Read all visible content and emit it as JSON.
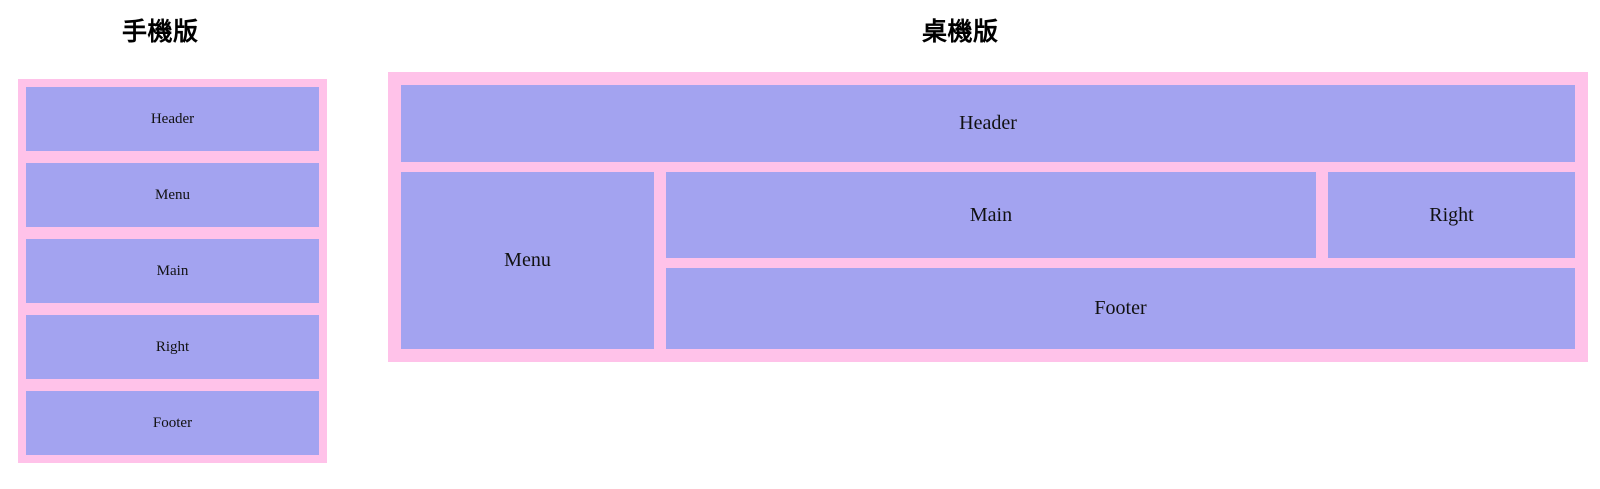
{
  "colors": {
    "container_pink": "#ffc2e9",
    "block_purple": "#a3a3f0",
    "page_background": "#ffffff",
    "text": "#111111",
    "heading_text": "#000000"
  },
  "sections": {
    "mobile": {
      "heading": "手機版",
      "blocks": [
        {
          "label": "Header"
        },
        {
          "label": "Menu"
        },
        {
          "label": "Main"
        },
        {
          "label": "Right"
        },
        {
          "label": "Footer"
        }
      ]
    },
    "desktop": {
      "heading": "桌機版",
      "blocks": {
        "header": "Header",
        "menu": "Menu",
        "main": "Main",
        "right": "Right",
        "footer": "Footer"
      }
    }
  }
}
